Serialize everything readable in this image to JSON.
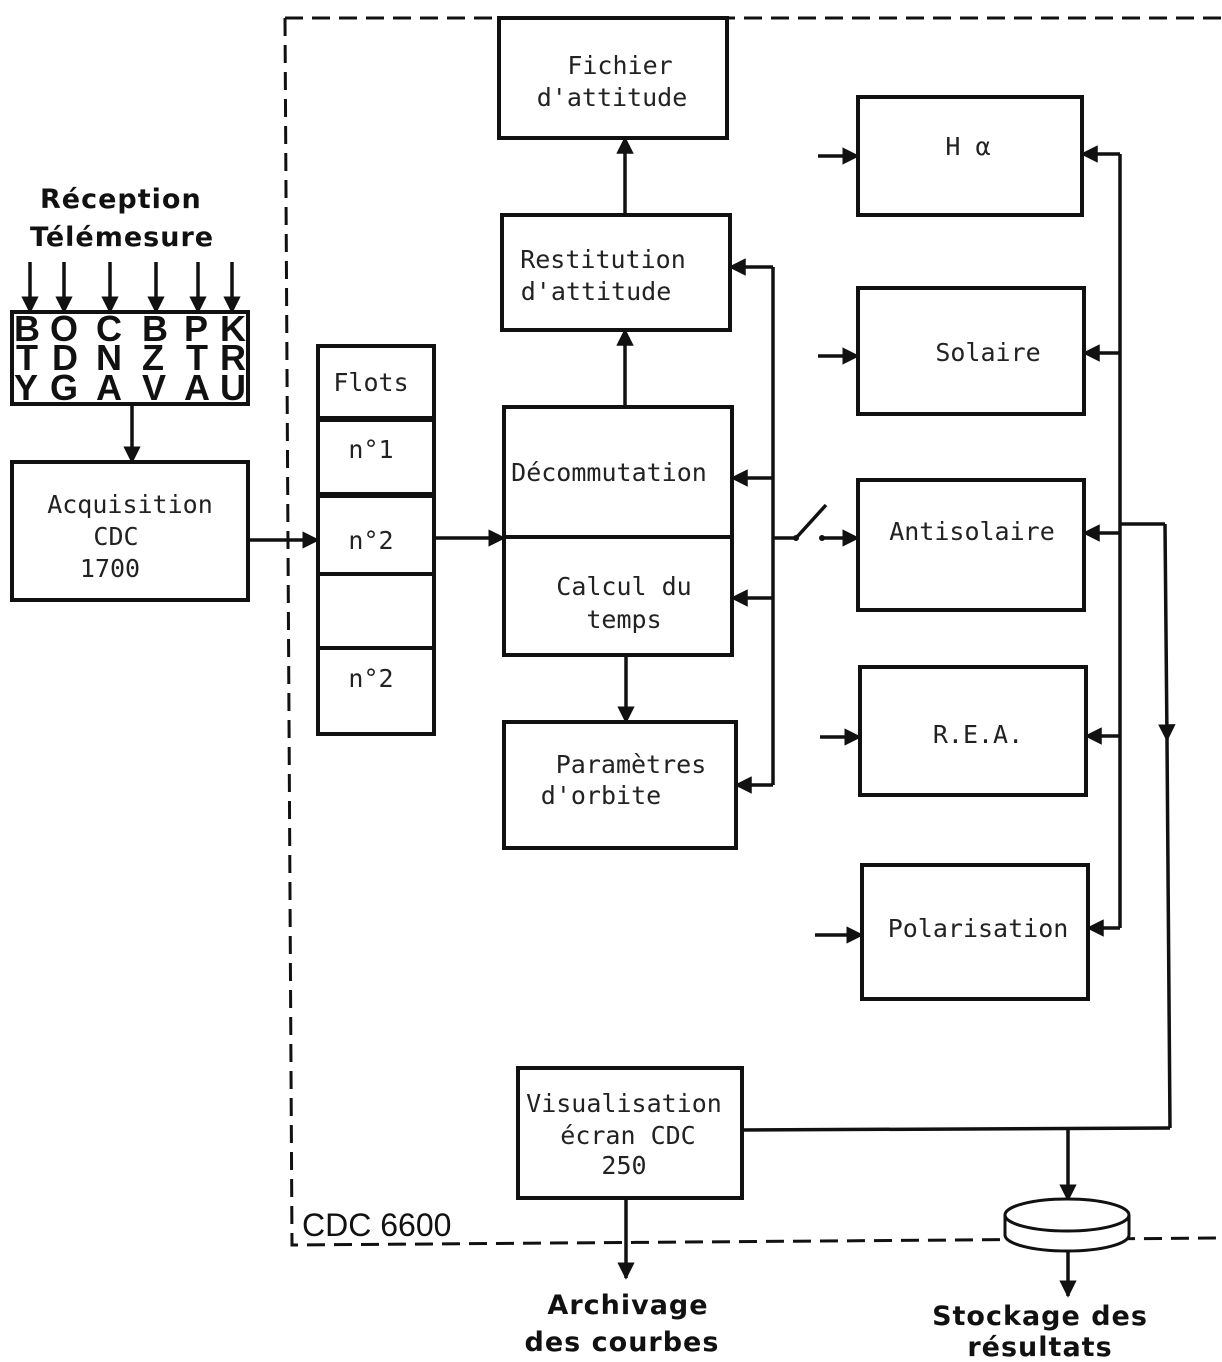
{
  "reception": {
    "line1": "Réception",
    "line2": "Télémesure"
  },
  "telemetry_columns": [
    [
      "B",
      "T",
      "Y"
    ],
    [
      "O",
      "D",
      "G"
    ],
    [
      "C",
      "N",
      "A"
    ],
    [
      "B",
      "Z",
      "V"
    ],
    [
      "P",
      "T",
      "A"
    ],
    [
      "K",
      "R",
      "U"
    ]
  ],
  "acquisition": {
    "line1": "Acquisition",
    "line2": "CDC",
    "line3": "1700"
  },
  "flots": {
    "header": "Flots",
    "slot1": "n°1",
    "slot2": "n°2",
    "slot3": "",
    "slot4": "n°2"
  },
  "fichier_attitude": {
    "line1": "Fichier",
    "line2": "d'attitude"
  },
  "restitution": {
    "line1": "Restitution",
    "line2": "d'attitude"
  },
  "decommutation": {
    "label": "Décommutation"
  },
  "calcul_temps": {
    "line1": "Calcul du",
    "line2": "temps"
  },
  "parametres_orbite": {
    "line1": "Paramètres",
    "line2": "d'orbite"
  },
  "modules": {
    "h_alpha": "H α",
    "solaire": "Solaire",
    "antisolaire": "Antisolaire",
    "rea": "R.E.A.",
    "polarisation": "Polarisation"
  },
  "visualisation": {
    "line1": "Visualisation",
    "line2": "écran  CDC",
    "line3": "250"
  },
  "cdc6600": {
    "label": "CDC  6600"
  },
  "archivage": {
    "line1": "Archivage",
    "line2": "des courbes"
  },
  "stockage": {
    "line1": "Stockage des",
    "line2": "résultats"
  }
}
